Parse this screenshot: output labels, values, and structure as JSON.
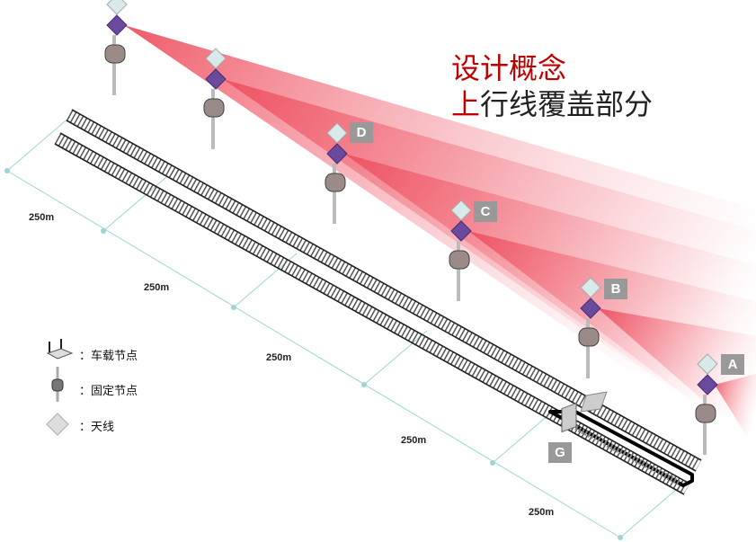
{
  "title": {
    "line1": "设计概念",
    "line2_red": "上",
    "line2_rest": "行线覆盖部分"
  },
  "node_labels": [
    "D",
    "C",
    "B",
    "A",
    "G"
  ],
  "distances": [
    "250m",
    "250m",
    "250m",
    "250m",
    "250m"
  ],
  "legend": [
    {
      "icon": "vehicle-router-icon",
      "label": "：车载节点"
    },
    {
      "icon": "fixed-node-icon",
      "label": "：固定节点"
    },
    {
      "icon": "antenna-icon",
      "label": "：天线"
    }
  ],
  "colors": {
    "title_red": "#c00000",
    "beam": "#f0707a",
    "antenna_dark": "#6a4a9a",
    "antenna_light": "#d8eaea",
    "dimension": "#9fd4d4",
    "tag": "#999999"
  }
}
